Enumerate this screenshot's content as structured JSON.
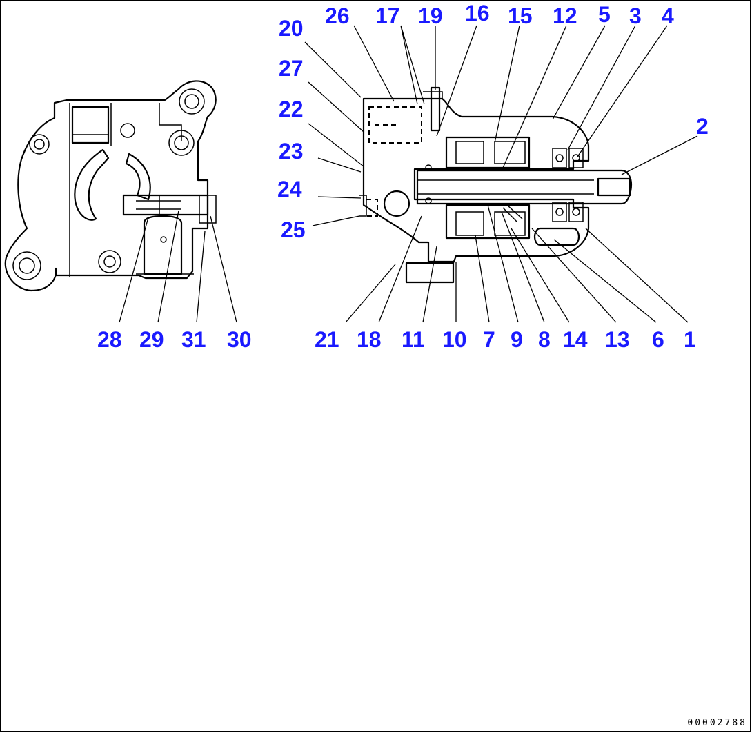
{
  "figure": {
    "drawing_number": "00002788"
  },
  "callouts": {
    "c1": "1",
    "c2": "2",
    "c3": "3",
    "c4": "4",
    "c5": "5",
    "c6": "6",
    "c7": "7",
    "c8": "8",
    "c9": "9",
    "c10": "10",
    "c11": "11",
    "c12": "12",
    "c13": "13",
    "c14": "14",
    "c15": "15",
    "c16": "16",
    "c17": "17",
    "c18": "18",
    "c19": "19",
    "c20": "20",
    "c21": "21",
    "c22": "22",
    "c23": "23",
    "c24": "24",
    "c25": "25",
    "c26": "26",
    "c27": "27",
    "c28": "28",
    "c29": "29",
    "c30": "30",
    "c31": "31"
  },
  "colors": {
    "callout_text": "#1a1aff",
    "line_art": "#000000",
    "background": "#ffffff"
  }
}
